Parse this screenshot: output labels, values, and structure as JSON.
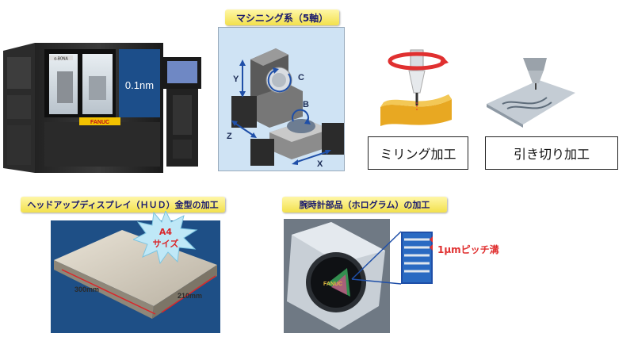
{
  "machine": {
    "brand": "FANUC",
    "display": "0.1nm",
    "nameplate": "α-B0NA"
  },
  "axes_panel": {
    "title": "マシニング系（5軸）",
    "axes": {
      "y": "Y",
      "z": "Z",
      "x": "X",
      "c": "C",
      "b": "B"
    }
  },
  "processes": {
    "milling": "ミリング加工",
    "cutting": "引き切り加工"
  },
  "hud": {
    "title": "ヘッドアップディスプレイ（ＨＵＤ）金型の加工",
    "badge_line1": "A4",
    "badge_line2": "サイズ",
    "dim1": "300mm",
    "dim2": "210mm"
  },
  "watch": {
    "title": "腕時計部品（ホログラム）の加工",
    "pitch": "1μmピッチ溝",
    "face": "FANUC"
  },
  "colors": {
    "banner": "#f2e04c",
    "accent_red": "#e03030",
    "axis_blue": "#1f4fa8",
    "fanuc_yellow": "#f2c200"
  }
}
